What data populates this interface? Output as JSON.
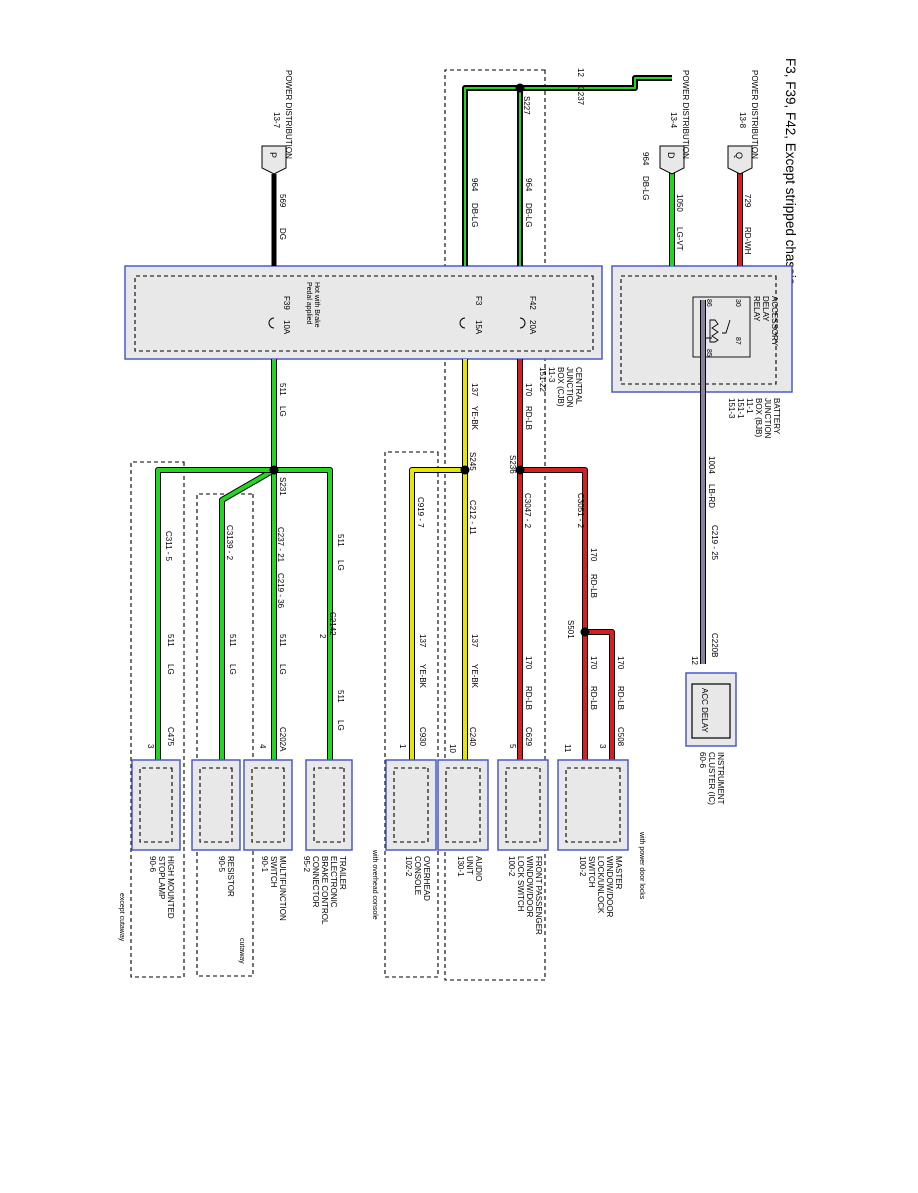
{
  "title": "F3, F39, F42, Except stripped chassis",
  "colors": {
    "lg": "#22d622",
    "dg": "#000000",
    "rd": "#d42020",
    "ye": "#e6e600",
    "lbrd": "#8a80a0",
    "box_fill": "#e8e8e8",
    "box_border": "#4a5cc8"
  },
  "power_sources": [
    {
      "label": "POWER DISTRIBUTION",
      "page": "13-8",
      "pin": "Q"
    },
    {
      "label": "POWER DISTRIBUTION",
      "page": "13-4",
      "pin": "D"
    },
    {
      "label": "POWER DISTRIBUTION",
      "page": "13-7",
      "pin": "P"
    }
  ],
  "wires": {
    "w729": {
      "circuit": "729",
      "color": "RD-WH"
    },
    "w1050": {
      "circuit": "1050",
      "color": "LG-VT"
    },
    "w964_top": {
      "circuit": "964",
      "color": "DB-LG"
    },
    "w964_a": {
      "circuit": "964",
      "color": "DB-LG"
    },
    "w964_b": {
      "circuit": "964",
      "color": "DB-LG"
    },
    "w569": {
      "circuit": "569",
      "color": "DG"
    },
    "w1004": {
      "circuit": "1004",
      "color": "LB-RD"
    },
    "w170_a": {
      "circuit": "170",
      "color": "RD-LB"
    },
    "w170_b": {
      "circuit": "170",
      "color": "RD-LB"
    },
    "w170_c": {
      "circuit": "170",
      "color": "RD-LB"
    },
    "w170_d": {
      "circuit": "170",
      "color": "RD-LB"
    },
    "w170_e": {
      "circuit": "170",
      "color": "RD-LB"
    },
    "w137_a": {
      "circuit": "137",
      "color": "YE-BK"
    },
    "w137_b": {
      "circuit": "137",
      "color": "YE-BK"
    },
    "w137_c": {
      "circuit": "137",
      "color": "YE-BK"
    },
    "w511_a": {
      "circuit": "511",
      "color": "LG"
    },
    "w511_b": {
      "circuit": "511",
      "color": "LG"
    },
    "w511_c": {
      "circuit": "511",
      "color": "LG"
    },
    "w511_d": {
      "circuit": "511",
      "color": "LG"
    },
    "w511_e": {
      "circuit": "511",
      "color": "LG"
    },
    "w511_f": {
      "circuit": "511",
      "color": "LG"
    }
  },
  "connectors": {
    "c237": {
      "pin": "12",
      "name": "C237"
    },
    "s227": "S227",
    "s236": "S236",
    "s245": "S245",
    "s231": "S231",
    "s501": "S501",
    "c3051": "C3051 - 2",
    "c3047": "C3047 - 2",
    "c212": "C212 - 11",
    "c919": "C919 - 7",
    "c3139": "C3139 - 2",
    "c237_21": "C237 - 21",
    "c219_36": "C219 - 36",
    "c2142": {
      "name": "C2142",
      "pin": "2"
    },
    "c311": "C311 - 5",
    "c219_25": "C219 - 25",
    "c220b": {
      "name": "C220B",
      "pin": "12"
    },
    "c508": {
      "name": "C508",
      "pin_a": "3",
      "pin_b": "11"
    },
    "c629": {
      "name": "C629",
      "pin": "5"
    },
    "c240": {
      "name": "C240",
      "pin": "10"
    },
    "c930": {
      "name": "C930",
      "pin": "1"
    },
    "c202a": {
      "name": "C202A",
      "pin": "4"
    },
    "c475": {
      "name": "C475",
      "pin": "3"
    }
  },
  "bjb": {
    "relay": [
      "ACCESSORY",
      "DELAY",
      "RELAY"
    ],
    "pins": [
      "86",
      "85",
      "30",
      "87"
    ],
    "label": [
      "BATTERY",
      "JUNCTION",
      "BOX (BJB)",
      "11-1",
      "151-1",
      "151-3"
    ]
  },
  "cjb": {
    "label": [
      "CENTRAL",
      "JUNCTION",
      "BOX (CJB)",
      "11-3",
      "151-22"
    ],
    "fuses": [
      {
        "id": "F42",
        "rating": "20A"
      },
      {
        "id": "F3",
        "rating": "15A"
      },
      {
        "id": "F39",
        "rating": "10A"
      }
    ],
    "note": [
      "Hot with Brake",
      "Pedal applied"
    ]
  },
  "ic": {
    "inner": "ACC DELAY",
    "label": [
      "INSTRUMENT",
      "CLUSTER (IC)",
      "60-6"
    ]
  },
  "components": [
    {
      "id": "master",
      "label": [
        "MASTER",
        "WINDOW/DOOR",
        "LOCK/UNLOCK",
        "SWITCH",
        "100-2"
      ]
    },
    {
      "id": "front",
      "label": [
        "FRONT PASSENGER",
        "WINDOW/DOOR",
        "LOCK SWITCH",
        "100-2"
      ]
    },
    {
      "id": "audio",
      "label": [
        "AUDIO",
        "UNIT",
        "130-1"
      ]
    },
    {
      "id": "overhead",
      "label": [
        "OVERHEAD",
        "CONSOLE",
        "102-2"
      ]
    },
    {
      "id": "trailer",
      "label": [
        "TRAILER",
        "ELECTRONIC",
        "BRAKE CONTROL",
        "CONNECTOR",
        "95-2"
      ]
    },
    {
      "id": "multi",
      "label": [
        "MULTIFUNCTION",
        "SWITCH",
        "90-1"
      ]
    },
    {
      "id": "resistor",
      "label": [
        "RESISTOR",
        "90-5"
      ]
    },
    {
      "id": "stoplamp",
      "label": [
        "HIGH MOUNTED",
        "STOPLAMP",
        "90-6"
      ]
    }
  ],
  "notes": {
    "power_locks": "with power door locks",
    "overhead": "with overhead console",
    "cutaway": "cutaway",
    "except_cutaway": "except cutaway"
  }
}
